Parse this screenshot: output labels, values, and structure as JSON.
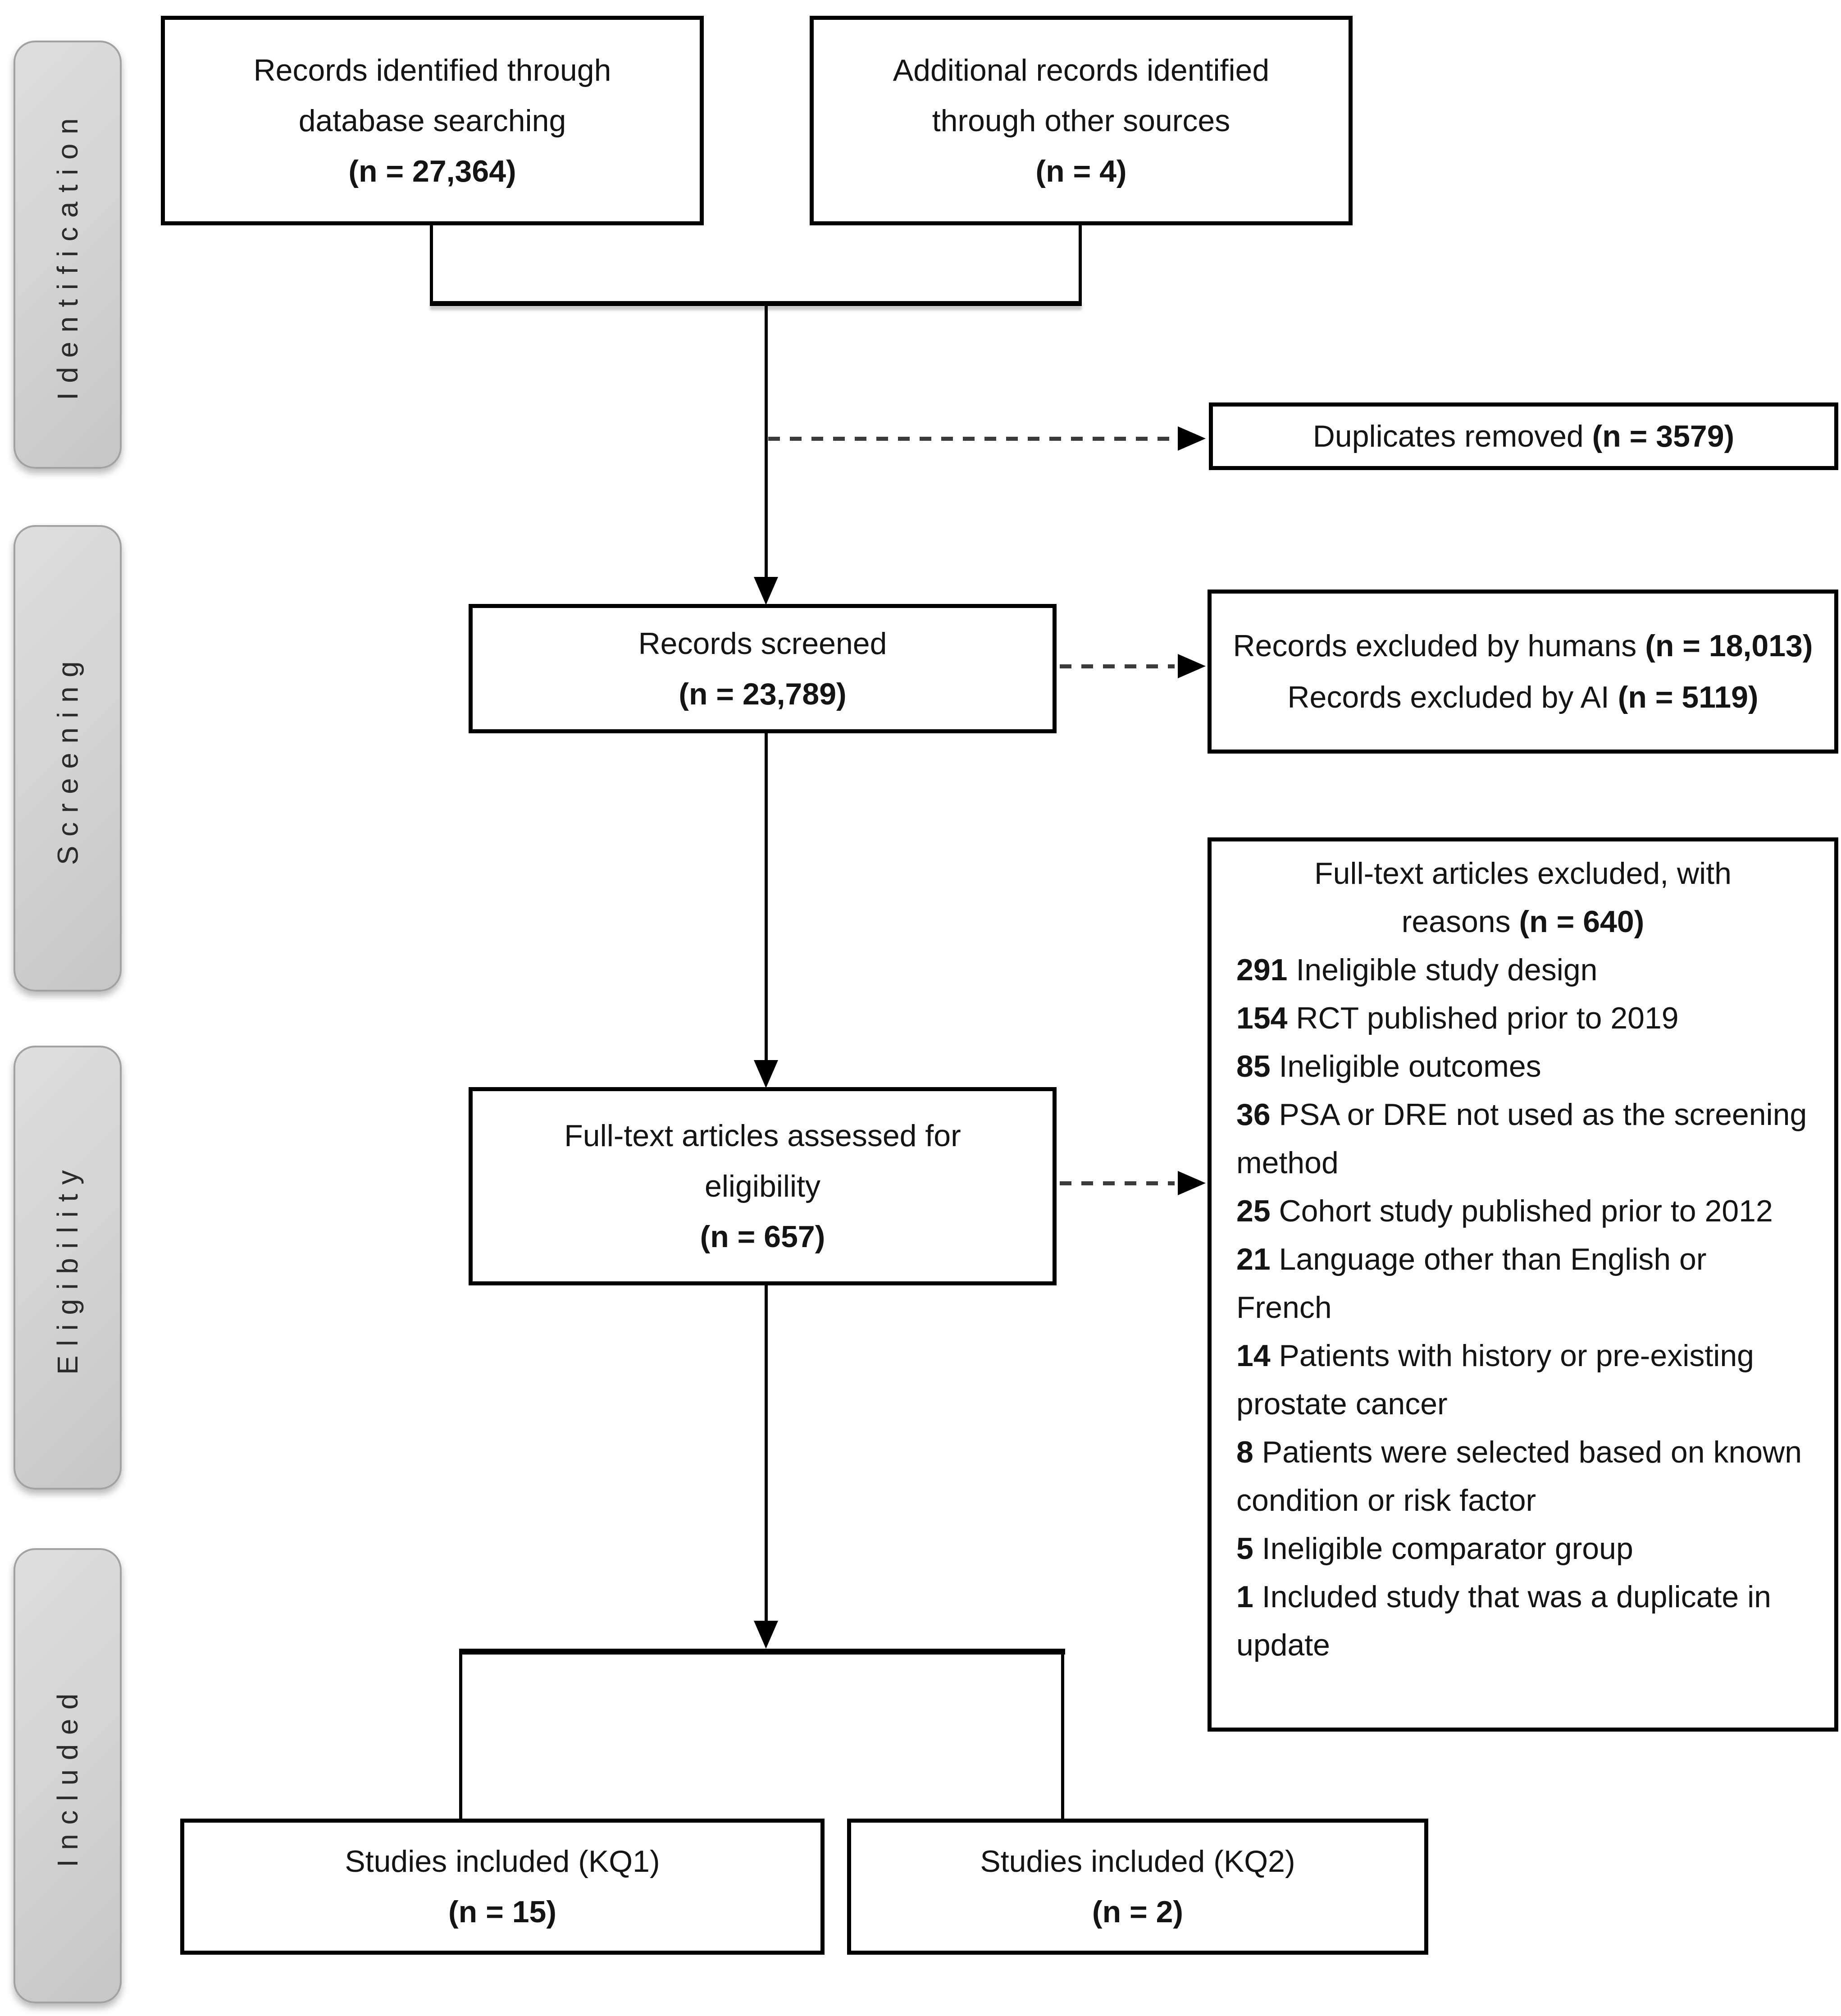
{
  "palette": {
    "line": "#000000",
    "dash_line": "#3b3b3b",
    "stage_fill": "#d2d2d2",
    "stage_border": "#a2a2a2",
    "text": "#141414"
  },
  "stages": {
    "identification": "Identification",
    "screening": "Screening",
    "eligibility": "Eligibility",
    "included": "Included"
  },
  "boxes": {
    "db": {
      "line1": "Records identified through",
      "line2": "database searching",
      "n": "(n = 27,364)"
    },
    "other": {
      "line1": "Additional records identified",
      "line2": "through other sources",
      "n": "(n = 4)"
    },
    "dup": {
      "label": "Duplicates removed ",
      "n": "(n = 3579)"
    },
    "screened": {
      "line1": "Records screened",
      "n": "(n = 23,789)"
    },
    "excl_screen": {
      "part1": "Records excluded by humans ",
      "n1": "(n = 18,013)",
      "part2": "Records excluded by AI ",
      "n2": "(n = 5119)"
    },
    "fulltext": {
      "line1": "Full-text articles assessed for",
      "line2": "eligibility",
      "n": "(n = 657)"
    },
    "excl_full": {
      "title1": "Full-text articles excluded, with",
      "title2_pre": "reasons ",
      "title2_n": "(n = 640)",
      "reasons": [
        {
          "num": "291",
          "text": " Ineligible study design"
        },
        {
          "num": "154",
          "text": " RCT published prior to 2019"
        },
        {
          "num": "85",
          "text": " Ineligible outcomes"
        },
        {
          "num": "36",
          "text": " PSA or DRE not used as the screening method"
        },
        {
          "num": "25",
          "text": " Cohort study published prior to 2012"
        },
        {
          "num": "21",
          "text": " Language other than English or French"
        },
        {
          "num": "14",
          "text": " Patients with history or pre-existing prostate cancer"
        },
        {
          "num": "8",
          "text": " Patients were selected based on known condition or risk factor"
        },
        {
          "num": "5",
          "text": " Ineligible comparator group"
        },
        {
          "num": "1",
          "text": " Included study that was a duplicate in update"
        }
      ]
    },
    "kq1": {
      "line1": "Studies included (KQ1)",
      "n": "(n = 15)"
    },
    "kq2": {
      "line1": "Studies included (KQ2)",
      "n": "(n = 2)"
    }
  }
}
